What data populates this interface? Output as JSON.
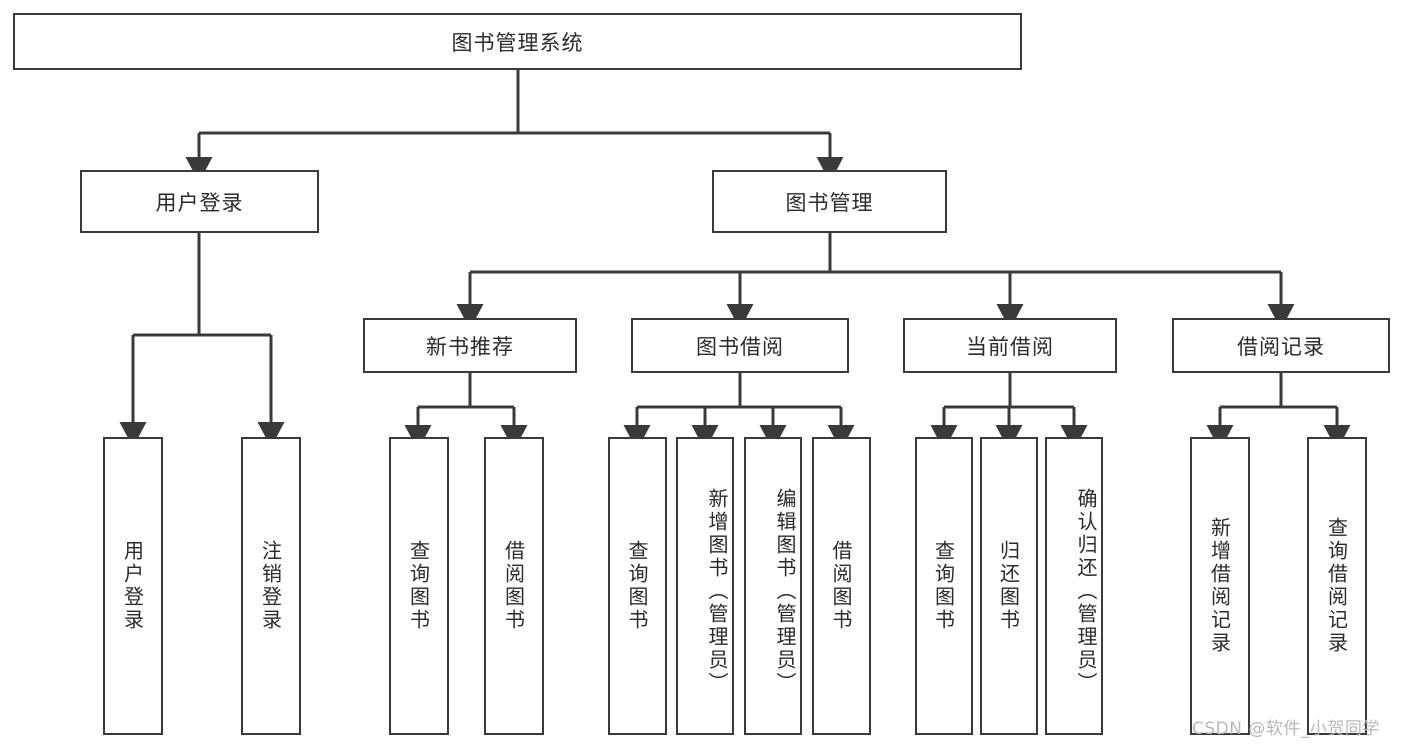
{
  "diagram": {
    "title": "图书管理系统",
    "type": "tree-hierarchy-chart",
    "line_color": "#3a3a3a",
    "text_color": "#2b2b2b",
    "background": "#ffffff",
    "root": {
      "label": "图书管理系统"
    },
    "level2": [
      {
        "label": "用户登录"
      },
      {
        "label": "图书管理"
      }
    ],
    "level3": [
      {
        "label": "新书推荐"
      },
      {
        "label": "图书借阅"
      },
      {
        "label": "当前借阅"
      },
      {
        "label": "借阅记录"
      }
    ],
    "leaves_user_login": [
      {
        "label": "用户登录"
      },
      {
        "label": "注销登录"
      }
    ],
    "leaves_new_book": [
      {
        "label": "查询图书"
      },
      {
        "label": "借阅图书"
      }
    ],
    "leaves_borrow": [
      {
        "label": "查询图书"
      },
      {
        "label": "新增图书（管理员）"
      },
      {
        "label": "编辑图书（管理员）"
      },
      {
        "label": "借阅图书"
      }
    ],
    "leaves_current": [
      {
        "label": "查询图书"
      },
      {
        "label": "归还图书"
      },
      {
        "label": "确认归还（管理员）"
      }
    ],
    "leaves_records": [
      {
        "label": "新增借阅记录"
      },
      {
        "label": "查询借阅记录"
      }
    ]
  },
  "watermark": {
    "text": "CSDN @软件_小贺同学"
  }
}
